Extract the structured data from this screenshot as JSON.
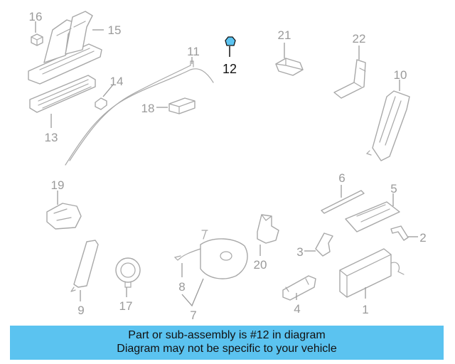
{
  "callouts": {
    "c1": "1",
    "c2": "2",
    "c3": "3",
    "c4": "4",
    "c5": "5",
    "c6": "6",
    "c7": "7",
    "c8": "8",
    "c9": "9",
    "c10": "10",
    "c11": "11",
    "c12": "12",
    "c13": "13",
    "c14": "14",
    "c15": "15",
    "c16": "16",
    "c17": "17",
    "c18": "18",
    "c19": "19",
    "c20": "20",
    "c21": "21",
    "c22": "22"
  },
  "highlighted_part": "12",
  "colors": {
    "highlight_fill": "#5bc3f0",
    "banner_bg": "#5bc3f0",
    "line_art": "#a8a8a8"
  },
  "banner": {
    "line1": "Part or sub-assembly is #12 in diagram",
    "line2": "Diagram may not be specific to your vehicle"
  }
}
